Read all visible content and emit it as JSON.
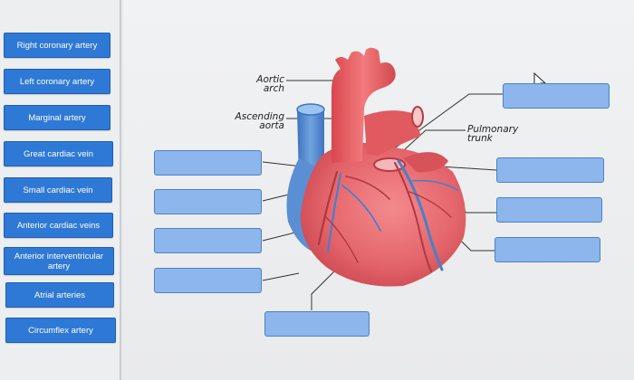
{
  "terms": [
    "Right coronary artery",
    "Left coronary artery",
    "Marginal artery",
    "Great cardiac vein",
    "Small cardiac vein",
    "Anterior cardiac veins",
    "Anterior interventricular artery",
    "Atrial arteries",
    "Circumflex artery"
  ],
  "figure_labels": {
    "aortic_arch": [
      "Aortic",
      "arch"
    ],
    "ascending_aorta": [
      "Ascending",
      "aorta"
    ],
    "pulmonary_trunk": [
      "Pulmonary",
      "trunk"
    ]
  },
  "colors": {
    "term_button": "#2f79d6",
    "drop_zone": "#8cb6ec",
    "heart": "#e4666c",
    "veins": "#4a7fc9"
  }
}
